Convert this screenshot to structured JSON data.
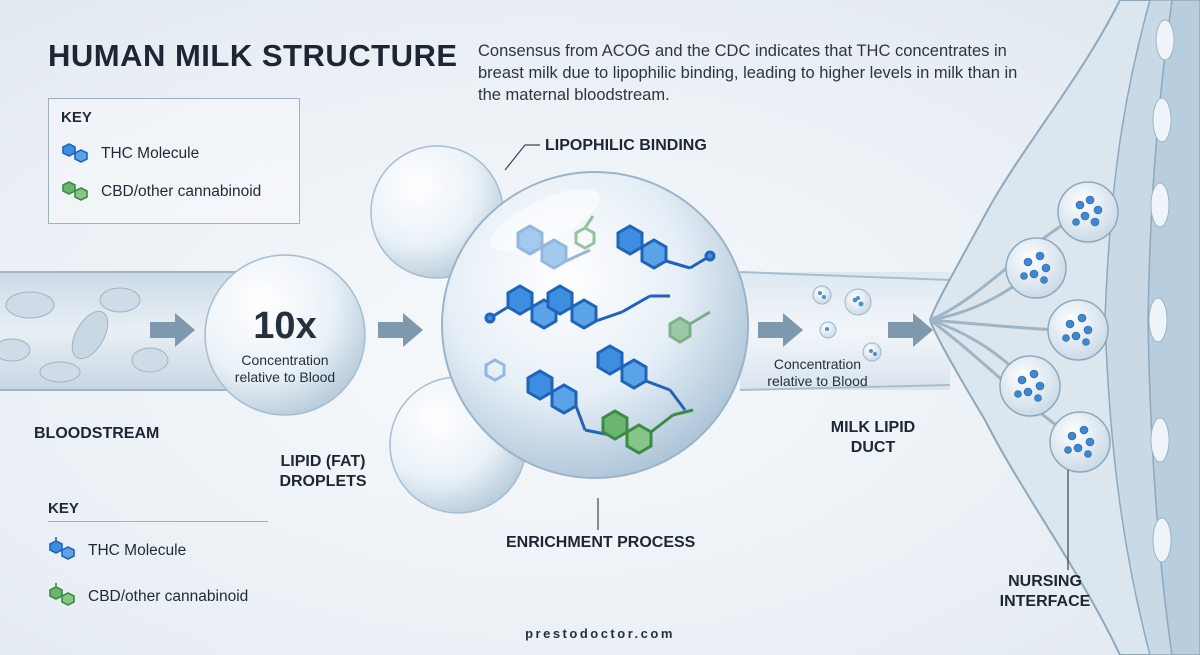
{
  "title": "HUMAN MILK STRUCTURE",
  "intro": "Consensus from ACOG and the CDC indicates that THC concentrates in breast milk due to lipophilic binding, leading to higher levels in milk than in the maternal bloodstream.",
  "key": {
    "heading": "KEY",
    "thc_label": "THC Molecule",
    "cbd_label": "CBD/other cannabinoid"
  },
  "labels": {
    "lipophilic": "LIPOPHILIC BINDING",
    "bloodstream": "BLOODSTREAM",
    "lipid_line1": "LIPID (FAT)",
    "lipid_line2": "DROPLETS",
    "enrichment": "ENRICHMENT PROCESS",
    "duct_line1": "MILK LIPID",
    "duct_line2": "DUCT",
    "nursing_line1": "NURSING",
    "nursing_line2": "INTERFACE"
  },
  "concentration": {
    "multiplier": "10x",
    "line1": "Concentration",
    "line2": "relative to Blood"
  },
  "colors": {
    "thc": "#3d8ee0",
    "cbd": "#6cb56f"
  },
  "footer": "prestodoctor.com"
}
